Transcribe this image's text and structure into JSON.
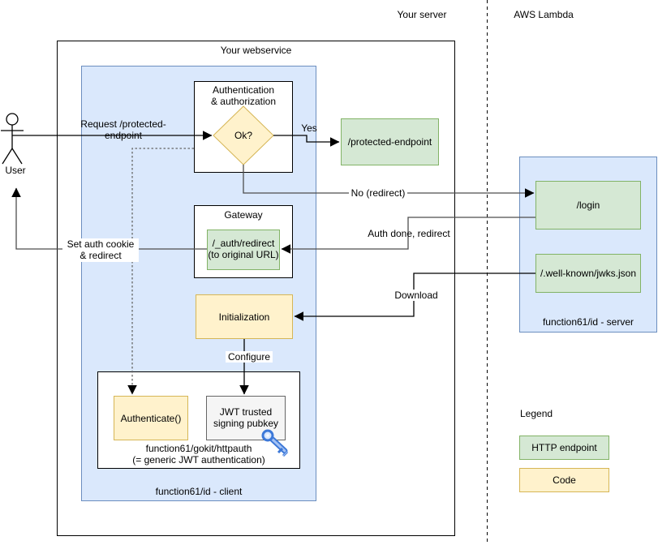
{
  "regions": {
    "your_server": "Your server",
    "aws_lambda": "AWS Lambda"
  },
  "actor": {
    "label": "User"
  },
  "webservice": {
    "title": "Your webservice",
    "client": {
      "label": "function61/id - client",
      "auth_box": {
        "title": "Authentication\n& authorization",
        "decision": "Ok?"
      },
      "gateway": {
        "title": "Gateway",
        "redirect_endpoint": "/_auth/redirect\n(to original URL)"
      },
      "initialization": {
        "label": "Initialization"
      },
      "httpauth": {
        "caption": "function61/gokit/httpauth\n(= generic JWT authentication)",
        "authenticate": "Authenticate()",
        "pubkey": "JWT trusted\nsigning pubkey"
      }
    },
    "protected_endpoint": {
      "label": "/protected-endpoint"
    }
  },
  "lambda_server": {
    "label": "function61/id - server",
    "login": {
      "label": "/login"
    },
    "jwks": {
      "label": "/.well-known/jwks.json"
    }
  },
  "edges": {
    "request": {
      "label": "Request /protected-endpoint"
    },
    "yes": {
      "label": "Yes"
    },
    "no": {
      "label": "No (redirect)"
    },
    "auth_done": {
      "label": "Auth done, redirect"
    },
    "set_cookie": {
      "label": "Set auth cookie\n& redirect"
    },
    "download": {
      "label": "Download"
    },
    "configure": {
      "label": "Configure"
    }
  },
  "legend": {
    "title": "Legend",
    "items": [
      {
        "label": "HTTP endpoint",
        "type": "endpoint"
      },
      {
        "label": "Code",
        "type": "code"
      }
    ]
  },
  "icons": {
    "key": "key-icon",
    "actor": "user-actor-icon"
  },
  "colors": {
    "endpoint_fill": "#d5e8d4",
    "endpoint_border": "#82b366",
    "code_fill": "#fff2cc",
    "code_border": "#d6b656",
    "container_fill": "#dae8fc",
    "container_border": "#6c8ebf",
    "neutral_fill": "#f5f5f5",
    "neutral_border": "#666666",
    "line": "#000000",
    "line_gray": "#4d4d4d",
    "key_blue": "#3c78d8"
  }
}
